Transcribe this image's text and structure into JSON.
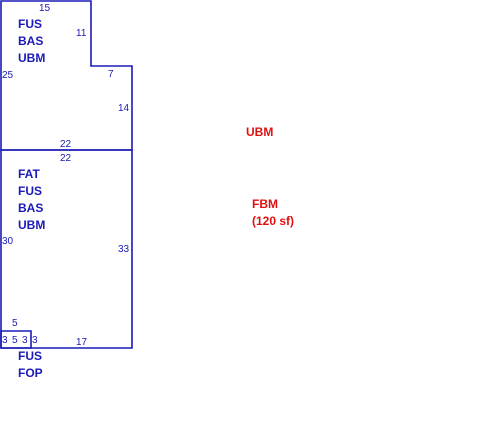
{
  "colors": {
    "outline": "#1a1ab8",
    "label": "#1a1ab8",
    "note": "#e01010",
    "background": "#ffffff"
  },
  "sections": {
    "upper": {
      "codes": [
        "FUS",
        "BAS",
        "UBM"
      ],
      "dims": {
        "top": "15",
        "notch_side": "11",
        "notch_top": "7",
        "right": "14",
        "left": "25",
        "bottom": "22"
      }
    },
    "middle": {
      "codes": [
        "FAT",
        "FUS",
        "BAS",
        "UBM"
      ],
      "dims": {
        "top": "22",
        "left": "30",
        "right": "33",
        "bottom": "17"
      }
    },
    "small": {
      "codes": [
        "FUS",
        "FOP"
      ],
      "dims": {
        "top": "5",
        "left": "3",
        "inner_left": "5",
        "inner_right": "3",
        "right": "3"
      }
    }
  },
  "notes": {
    "ubm": "UBM",
    "fbm_name": "FBM",
    "fbm_area": "(120 sf)"
  }
}
